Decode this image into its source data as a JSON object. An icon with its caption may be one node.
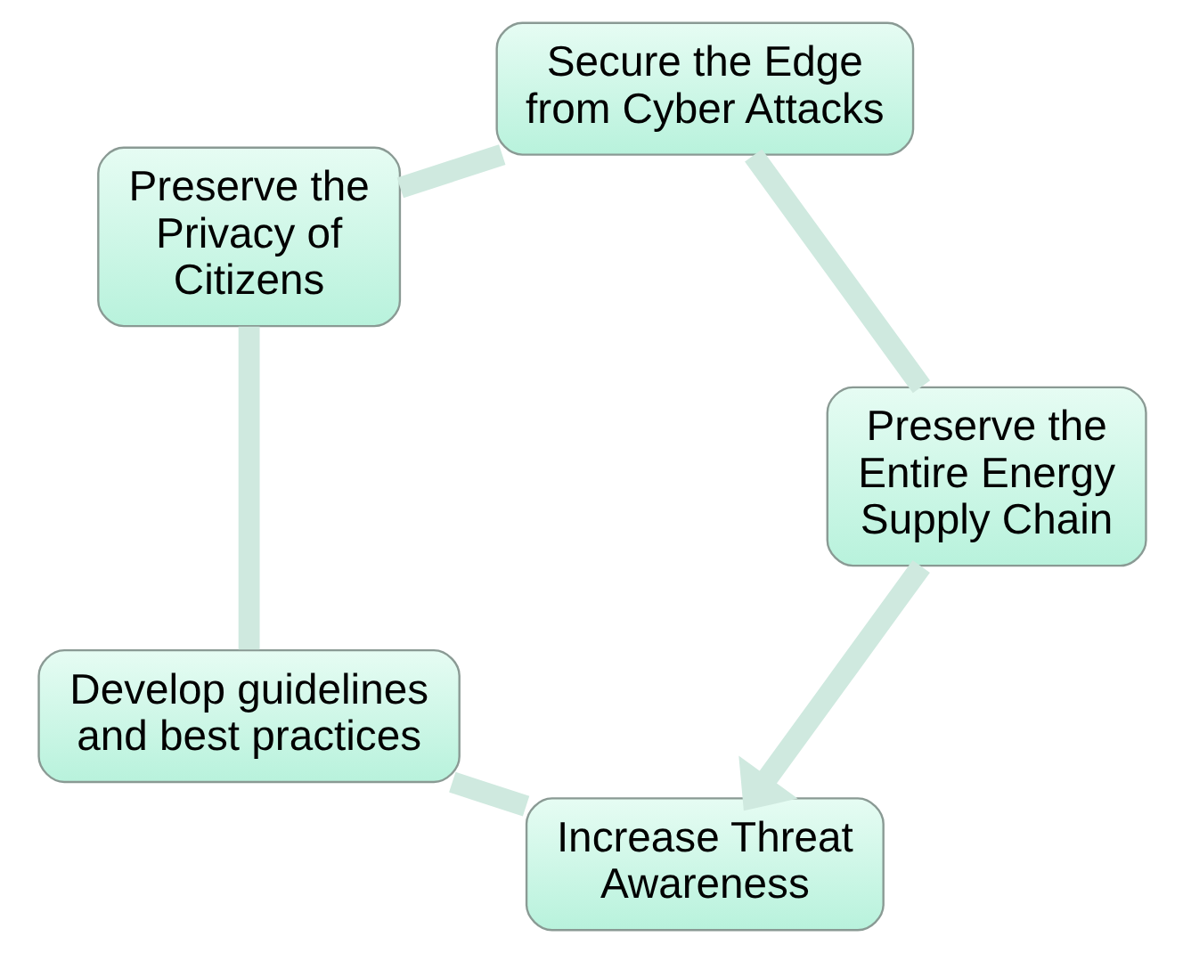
{
  "diagram": {
    "nodes": [
      {
        "text": [
          "Increase Threat Awareness"
        ]
      },
      {
        "text": [
          "Develop guidelines and best practices"
        ]
      },
      {
        "text": [
          "Preserve the Privacy of Citizens"
        ]
      },
      {
        "text": [
          "Secure the Edge from Cyber Attacks"
        ]
      },
      {
        "text": [
          "Preserve the Entire Energy Supply Chain"
        ]
      }
    ],
    "edges": [
      {
        "from": 0,
        "to": 1,
        "arrow": "none"
      },
      {
        "from": 1,
        "to": 2,
        "arrow": "none"
      },
      {
        "from": 2,
        "to": 3,
        "arrow": "none"
      },
      {
        "from": 3,
        "to": 4,
        "arrow": "none"
      },
      {
        "from": 4,
        "to": 0,
        "arrow": "to"
      }
    ]
  }
}
